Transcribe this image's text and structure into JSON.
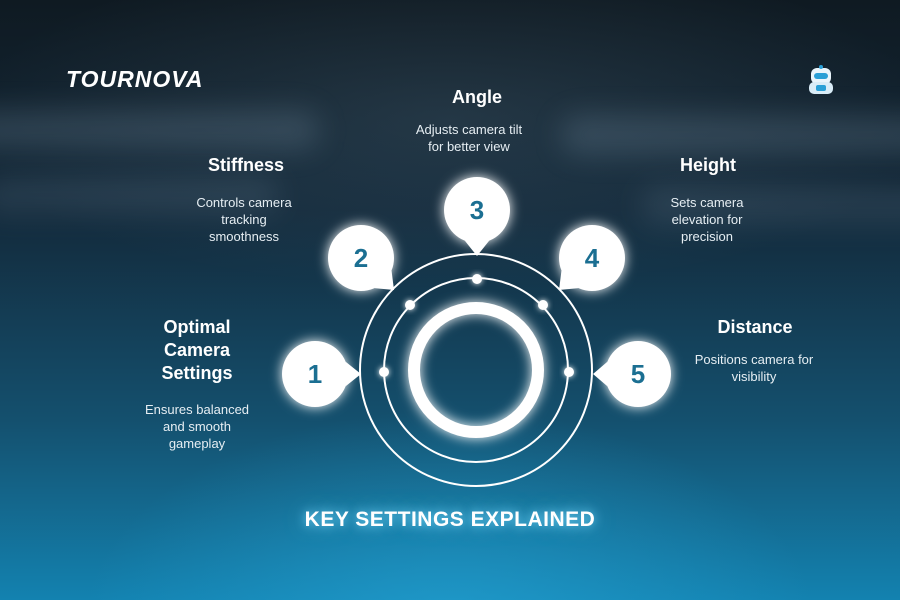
{
  "brand": {
    "name": "TOURNOVA"
  },
  "mascot": {
    "icon": "robot-mascot-icon"
  },
  "colors": {
    "accent": "#1b6f92",
    "glow": "#7fdcff",
    "ring": "#ffffff"
  },
  "steps": [
    {
      "number": "1",
      "title_lines": [
        "Optimal",
        "Camera",
        "Settings"
      ],
      "desc_lines": [
        "Ensures balanced",
        "and smooth",
        "gameplay"
      ]
    },
    {
      "number": "2",
      "title_lines": [
        "Stiffness"
      ],
      "desc_lines": [
        "Controls camera",
        "tracking",
        "smoothness"
      ]
    },
    {
      "number": "3",
      "title_lines": [
        "Angle"
      ],
      "desc_lines": [
        "Adjusts camera tilt",
        "for better view"
      ]
    },
    {
      "number": "4",
      "title_lines": [
        "Height"
      ],
      "desc_lines": [
        "Sets camera",
        "elevation for",
        "precision"
      ]
    },
    {
      "number": "5",
      "title_lines": [
        "Distance"
      ],
      "desc_lines": [
        "Positions camera for",
        "visibility"
      ]
    }
  ],
  "footer": {
    "title": "KEY SETTINGS EXPLAINED"
  }
}
